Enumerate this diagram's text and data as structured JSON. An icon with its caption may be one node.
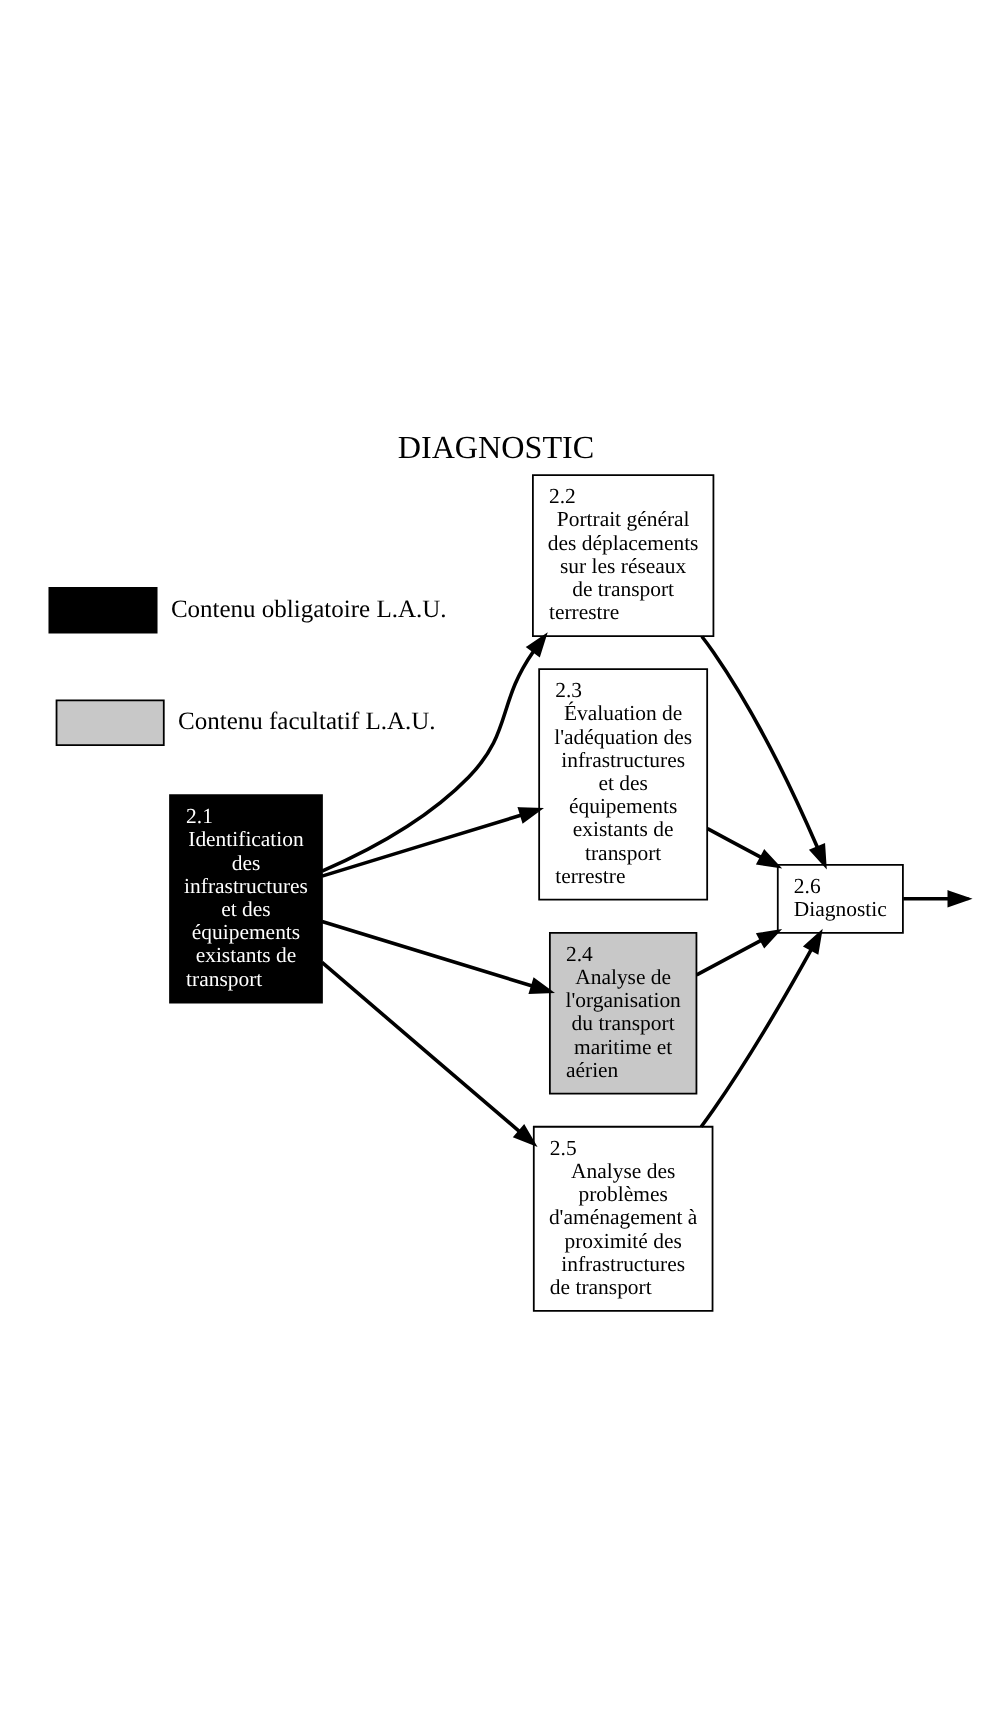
{
  "diagram": {
    "title": "DIAGNOSTIC",
    "nodes": [
      {
        "text": [
          "2.1",
          "Identification des infrastructures et des équipements existants de transport"
        ]
      },
      {
        "text": [
          "2.2",
          "Portrait général des déplacements sur les réseaux de transport terrestre"
        ]
      },
      {
        "text": [
          "2.3",
          "Évaluation de l'adéquation des infrastructures et des équipements existants de transport terrestre"
        ]
      },
      {
        "text": [
          "2.4",
          "Analyse de l'organisation du transport maritime et aérien"
        ]
      },
      {
        "text": [
          "2.5",
          "Analyse des problèmes d'aménagement à proximité des infrastructures de transport"
        ]
      },
      {
        "text": [
          "2.6",
          "Diagnostic"
        ]
      }
    ],
    "edges": [
      {
        "from": 0,
        "to": 1,
        "arrow": "to"
      },
      {
        "from": 0,
        "to": 2,
        "arrow": "to"
      },
      {
        "from": 0,
        "to": 3,
        "arrow": "to"
      },
      {
        "from": 0,
        "to": 4,
        "arrow": "to"
      },
      {
        "from": 1,
        "to": 5,
        "arrow": "to"
      },
      {
        "from": 2,
        "to": 5,
        "arrow": "to"
      },
      {
        "from": 3,
        "to": 5,
        "arrow": "to"
      },
      {
        "from": 4,
        "to": 5,
        "arrow": "to"
      },
      {
        "from": 5,
        "to": null,
        "arrow": "to"
      }
    ],
    "legend": [
      {
        "text": "Contenu obligatoire L.A.U.",
        "color": "#000000"
      },
      {
        "text": "Contenu facultatif L.A.U.",
        "color": "#c8c8c8"
      }
    ]
  }
}
